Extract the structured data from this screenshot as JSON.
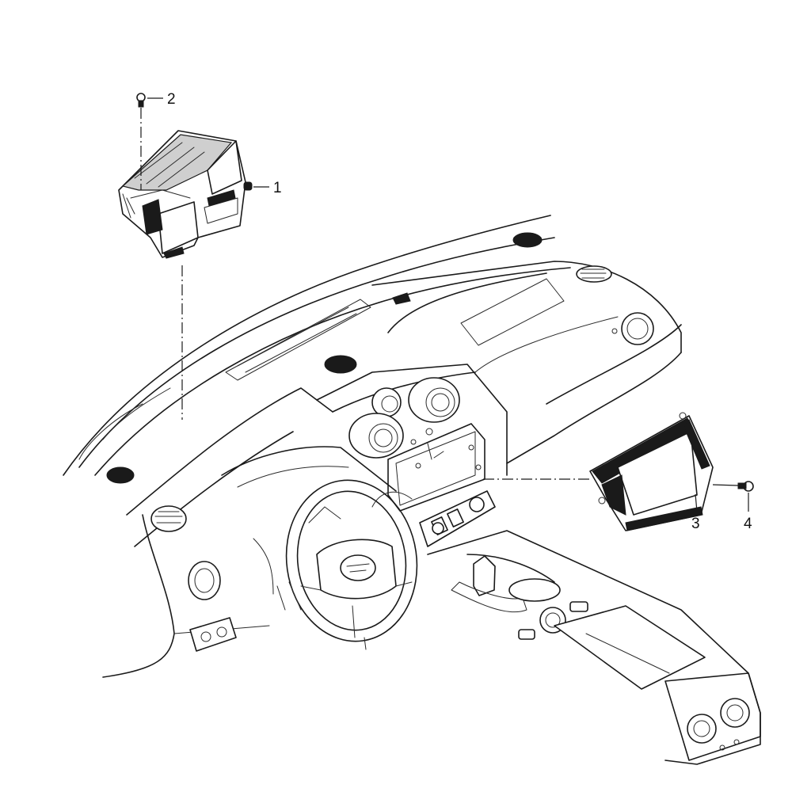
{
  "callouts": [
    {
      "id": "1",
      "label": "1"
    },
    {
      "id": "2",
      "label": "2"
    },
    {
      "id": "3",
      "label": "3"
    },
    {
      "id": "4",
      "label": "4"
    }
  ],
  "colors": {
    "line": "#1a1a1a",
    "background": "#ffffff",
    "shade": "#cfcfcf"
  }
}
